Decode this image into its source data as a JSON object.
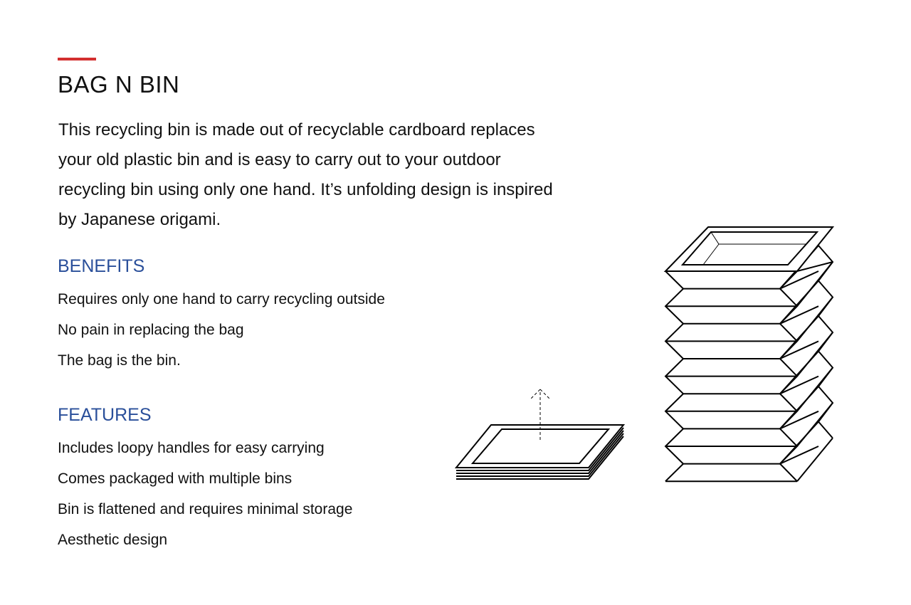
{
  "title": "BAG N BIN",
  "intro": "This recycling bin is made out of recyclable cardboard replaces your old plastic bin and is easy to carry out to your outdoor recycling bin using only one hand. It’s unfolding design is inspired by Japanese origami.",
  "benefits": {
    "heading": "BENEFITS",
    "items": [
      "Requires only one hand to carry recycling outside",
      "No pain in replacing the bag",
      "The bag is the bin."
    ]
  },
  "features": {
    "heading": "FEATURES",
    "items": [
      "Includes loopy handles for easy carrying",
      "Comes packaged with multiple bins",
      "Bin is flattened and requires minimal storage",
      "Aesthetic design"
    ]
  },
  "colors": {
    "accent": "#d32f2f",
    "heading": "#2a4f9a"
  }
}
